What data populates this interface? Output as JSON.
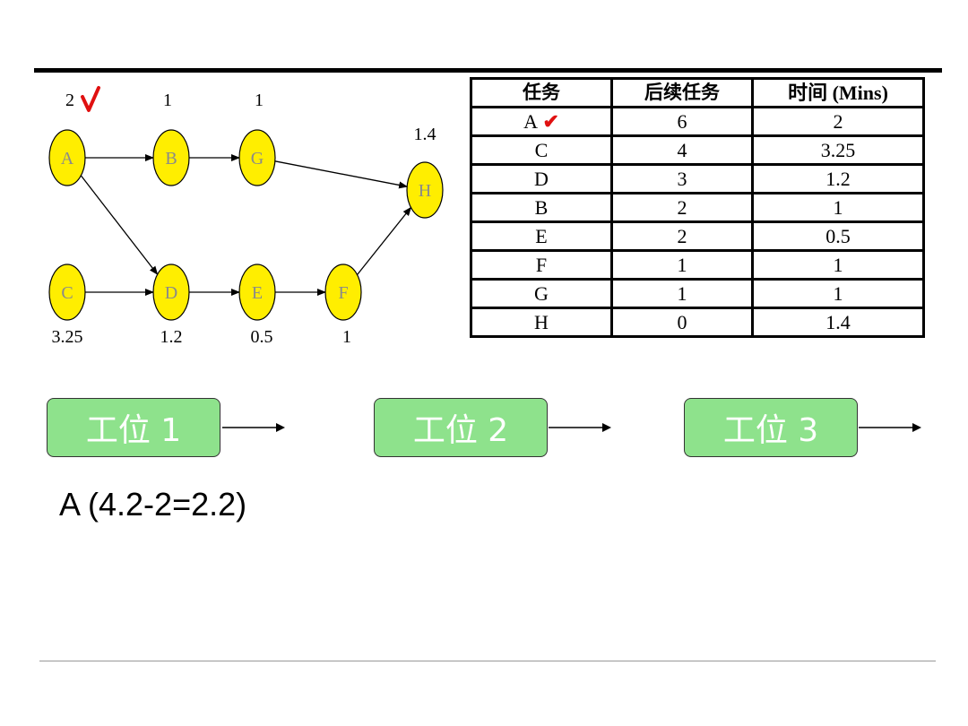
{
  "diagram": {
    "nodes": [
      {
        "id": "A",
        "time": "2",
        "checked": true
      },
      {
        "id": "B",
        "time": "1"
      },
      {
        "id": "G",
        "time": "1"
      },
      {
        "id": "H",
        "time": "1.4"
      },
      {
        "id": "C",
        "time": "3.25"
      },
      {
        "id": "D",
        "time": "1.2"
      },
      {
        "id": "E",
        "time": "0.5"
      },
      {
        "id": "F",
        "time": "1"
      }
    ],
    "edges": [
      [
        "A",
        "B"
      ],
      [
        "B",
        "G"
      ],
      [
        "G",
        "H"
      ],
      [
        "A",
        "D"
      ],
      [
        "C",
        "D"
      ],
      [
        "D",
        "E"
      ],
      [
        "E",
        "F"
      ],
      [
        "F",
        "H"
      ]
    ],
    "node_fill": "#ffee00",
    "check_color": "#e01010"
  },
  "table": {
    "headers": [
      "任务",
      "后续任务",
      "时间 (Mins)"
    ],
    "rows": [
      {
        "task": "A",
        "successors": "6",
        "time": "2",
        "checked": true
      },
      {
        "task": "C",
        "successors": "4",
        "time": "3.25"
      },
      {
        "task": "D",
        "successors": "3",
        "time": "1.2"
      },
      {
        "task": "B",
        "successors": "2",
        "time": "1"
      },
      {
        "task": "E",
        "successors": "2",
        "time": "0.5"
      },
      {
        "task": "F",
        "successors": "1",
        "time": "1"
      },
      {
        "task": "G",
        "successors": "1",
        "time": "1"
      },
      {
        "task": "H",
        "successors": "0",
        "time": "1.4"
      }
    ]
  },
  "stations": [
    "工位 1",
    "工位 2",
    "工位 3"
  ],
  "station_color": "#8ee28c",
  "assignment_note": "A (4.2-2=2.2)"
}
